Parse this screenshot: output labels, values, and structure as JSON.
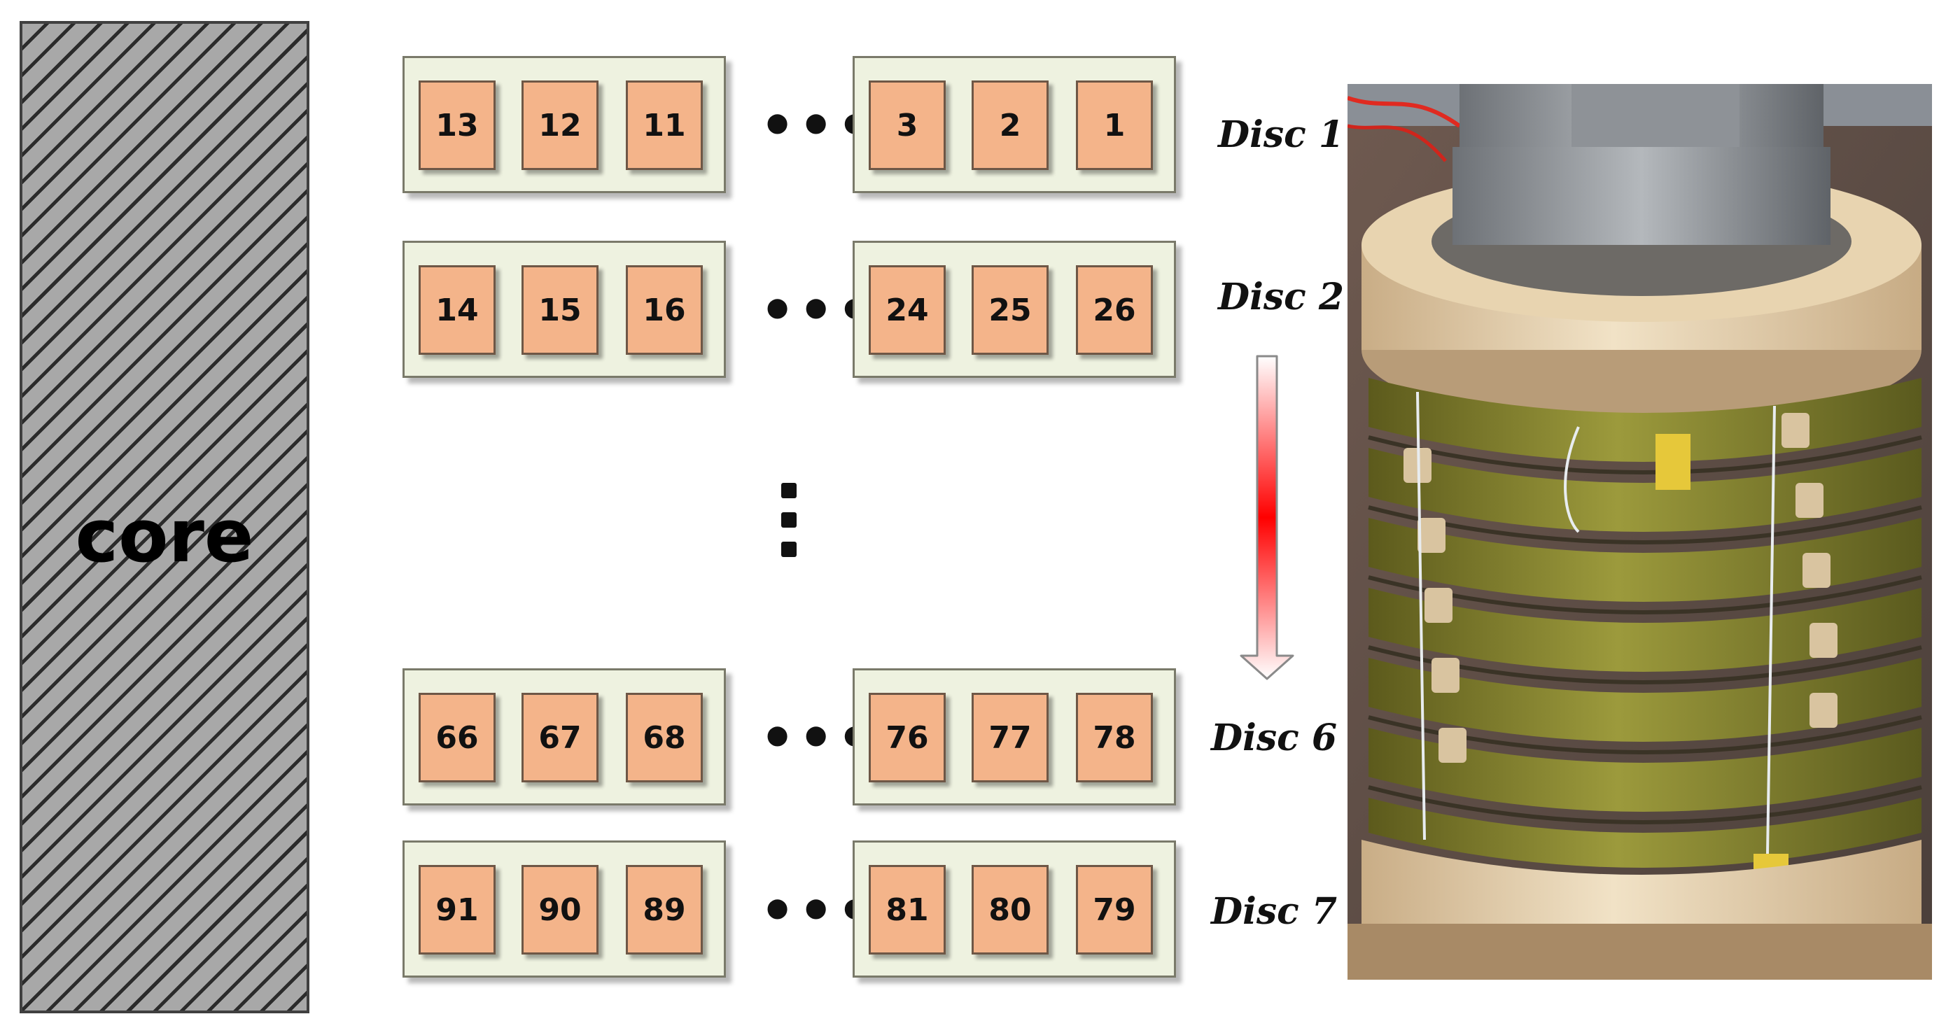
{
  "core": {
    "label": "core"
  },
  "rows": [
    {
      "disc": "Disc 1",
      "left": [
        "13",
        "12",
        "11"
      ],
      "right": [
        "3",
        "2",
        "1"
      ]
    },
    {
      "disc": "Disc 2",
      "left": [
        "14",
        "15",
        "16"
      ],
      "right": [
        "24",
        "25",
        "26"
      ]
    },
    {
      "disc": "Disc 6",
      "left": [
        "66",
        "67",
        "68"
      ],
      "right": [
        "76",
        "77",
        "78"
      ]
    },
    {
      "disc": "Disc 7",
      "left": [
        "91",
        "90",
        "89"
      ],
      "right": [
        "81",
        "80",
        "79"
      ]
    }
  ],
  "ellipsis": "•••",
  "colors": {
    "cell": "#f4b48a",
    "group": "#eef2e0",
    "arrow_mid": "#ff0000",
    "winding": "#8a8a2a",
    "wood": "#e8d4b0"
  }
}
